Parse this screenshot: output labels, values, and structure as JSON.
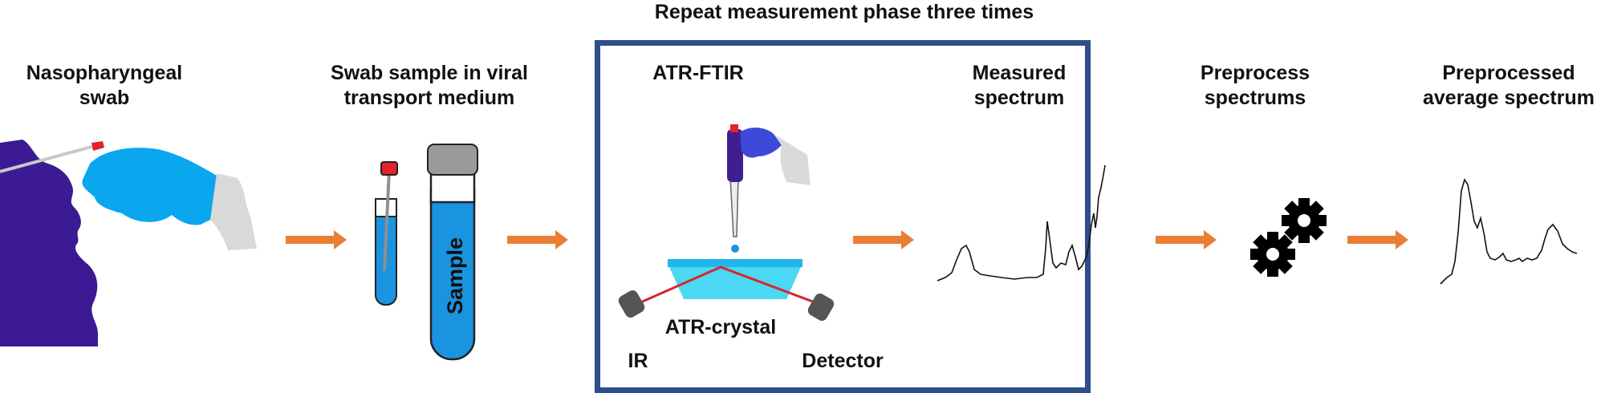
{
  "header": {
    "repeat_label": "Repeat  measurement phase three times"
  },
  "steps": [
    {
      "label": "Nasopharyngeal\nswab",
      "icon": "nose-swab-icon"
    },
    {
      "label": "Swab sample in viral\ntransport medium",
      "icon": "sample-tubes-icon"
    },
    {
      "label": "ATR-FTIR",
      "icon": "pipette-atr-icon"
    },
    {
      "label": "Measured\nspectrum",
      "icon": "spectrum-icon"
    },
    {
      "label": "Preprocess\nspectrums",
      "icon": "gears-icon"
    },
    {
      "label": "Preprocessed\naverage spectrum",
      "icon": "spectrum-icon"
    }
  ],
  "tube": {
    "label": "Sample"
  },
  "atr": {
    "crystal_label": "ATR-crystal",
    "source_label": "IR",
    "detector_label": "Detector"
  },
  "colors": {
    "arrow": "#e97e35",
    "frame": "#2f4e8a",
    "face": "#3b1a93",
    "glove": "#0aa6ee",
    "tube_fill": "#1a93e0",
    "cap_red": "#e52229",
    "cap_grey": "#9b9b9b",
    "crystal_top": "#21b5ee",
    "crystal_body": "#4bd8f2",
    "beam": "#d7262d",
    "pipette": "#3f1f8f",
    "glove_pipette": "#3d49d8"
  }
}
